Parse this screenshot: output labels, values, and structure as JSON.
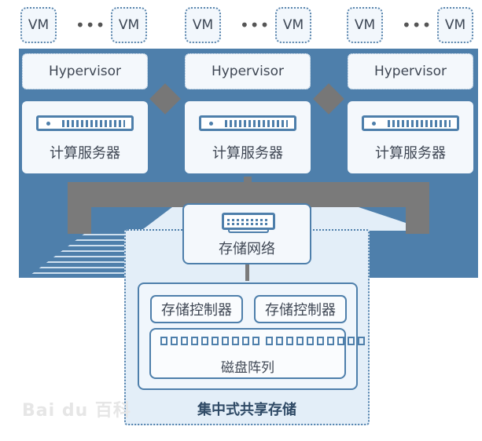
{
  "diagram": {
    "title": "集中式共享存储",
    "compute_nodes": [
      {
        "vms": [
          "VM",
          "VM"
        ],
        "ellipsis": "•••",
        "hypervisor": "Hypervisor",
        "server_label": "计算服务器"
      },
      {
        "vms": [
          "VM",
          "VM"
        ],
        "ellipsis": "•••",
        "hypervisor": "Hypervisor",
        "server_label": "计算服务器"
      },
      {
        "vms": [
          "VM",
          "VM"
        ],
        "ellipsis": "•••",
        "hypervisor": "Hypervisor",
        "server_label": "计算服务器"
      }
    ],
    "network": {
      "label": "存储网络",
      "icon": "network-switch-icon"
    },
    "storage": {
      "controllers": [
        "存储控制器",
        "存储控制器"
      ],
      "disk_array_label": "磁盘阵列",
      "disk_count": 20,
      "title": "集中式共享存储"
    },
    "watermark": "Bai du 百科",
    "colors": {
      "band": "#4e7fab",
      "box": "#f4f8fc",
      "connector": "#7a7a7a",
      "storage_bg": "#e3eef8"
    }
  }
}
